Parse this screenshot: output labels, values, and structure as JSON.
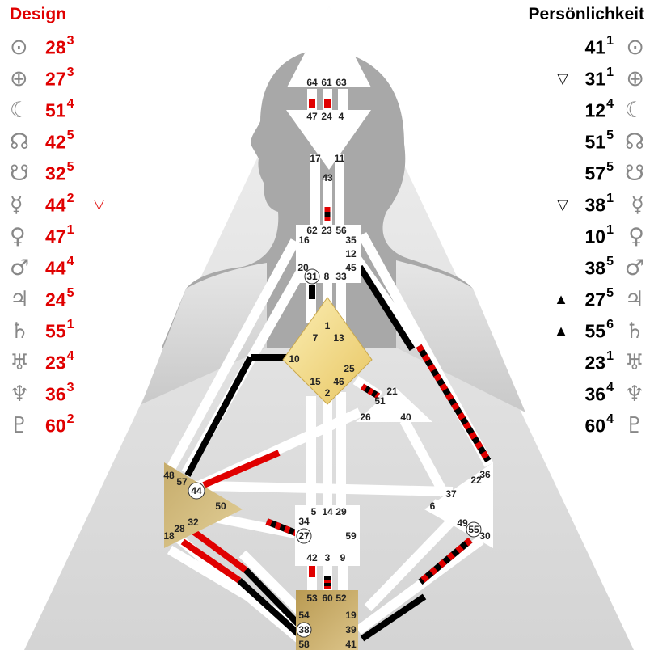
{
  "headers": {
    "design": "Design",
    "personality": "Persönlichkeit"
  },
  "planets": [
    {
      "icon": "sun-icon",
      "glyph": "⊙",
      "design": {
        "gate": "28",
        "line": "3",
        "mark": ""
      },
      "personality": {
        "gate": "41",
        "line": "1",
        "mark": ""
      }
    },
    {
      "icon": "earth-icon",
      "glyph": "⊕",
      "design": {
        "gate": "27",
        "line": "3",
        "mark": ""
      },
      "personality": {
        "gate": "31",
        "line": "1",
        "mark": "▽"
      }
    },
    {
      "icon": "moon-icon",
      "glyph": "☾",
      "design": {
        "gate": "51",
        "line": "4",
        "mark": ""
      },
      "personality": {
        "gate": "12",
        "line": "4",
        "mark": ""
      }
    },
    {
      "icon": "north-node-icon",
      "glyph": "☊",
      "design": {
        "gate": "42",
        "line": "5",
        "mark": ""
      },
      "personality": {
        "gate": "51",
        "line": "5",
        "mark": ""
      }
    },
    {
      "icon": "south-node-icon",
      "glyph": "☋",
      "design": {
        "gate": "32",
        "line": "5",
        "mark": ""
      },
      "personality": {
        "gate": "57",
        "line": "5",
        "mark": ""
      }
    },
    {
      "icon": "mercury-icon",
      "glyph": "☿",
      "design": {
        "gate": "44",
        "line": "2",
        "mark": "▽"
      },
      "personality": {
        "gate": "38",
        "line": "1",
        "mark": "▽"
      }
    },
    {
      "icon": "venus-icon",
      "glyph": "♀",
      "design": {
        "gate": "47",
        "line": "1",
        "mark": ""
      },
      "personality": {
        "gate": "10",
        "line": "1",
        "mark": ""
      }
    },
    {
      "icon": "mars-icon",
      "glyph": "♂",
      "design": {
        "gate": "44",
        "line": "4",
        "mark": ""
      },
      "personality": {
        "gate": "38",
        "line": "5",
        "mark": ""
      }
    },
    {
      "icon": "jupiter-icon",
      "glyph": "♃",
      "design": {
        "gate": "24",
        "line": "5",
        "mark": ""
      },
      "personality": {
        "gate": "27",
        "line": "5",
        "mark": "▲"
      }
    },
    {
      "icon": "saturn-icon",
      "glyph": "♄",
      "design": {
        "gate": "55",
        "line": "1",
        "mark": ""
      },
      "personality": {
        "gate": "55",
        "line": "6",
        "mark": "▲"
      }
    },
    {
      "icon": "uranus-icon",
      "glyph": "♅",
      "design": {
        "gate": "23",
        "line": "4",
        "mark": ""
      },
      "personality": {
        "gate": "23",
        "line": "1",
        "mark": ""
      }
    },
    {
      "icon": "neptune-icon",
      "glyph": "♆",
      "design": {
        "gate": "36",
        "line": "3",
        "mark": ""
      },
      "personality": {
        "gate": "36",
        "line": "4",
        "mark": ""
      }
    },
    {
      "icon": "pluto-icon",
      "glyph": "♇",
      "design": {
        "gate": "60",
        "line": "2",
        "mark": ""
      },
      "personality": {
        "gate": "60",
        "line": "4",
        "mark": ""
      }
    }
  ],
  "colors": {
    "design": "#e00000",
    "personality": "#000000",
    "defined_center": "#f5dd8a",
    "root_center": "#b89a50",
    "spleen_center": "#c7ad6a"
  },
  "gates": [
    "64",
    "61",
    "63",
    "47",
    "24",
    "4",
    "17",
    "11",
    "43",
    "62",
    "23",
    "56",
    "16",
    "35",
    "12",
    "45",
    "20",
    "31",
    "8",
    "33",
    "1",
    "7",
    "13",
    "10",
    "25",
    "15",
    "46",
    "2",
    "21",
    "51",
    "26",
    "40",
    "48",
    "57",
    "44",
    "50",
    "32",
    "28",
    "18",
    "34",
    "27",
    "5",
    "14",
    "29",
    "59",
    "42",
    "3",
    "9",
    "53",
    "60",
    "52",
    "54",
    "19",
    "38",
    "39",
    "58",
    "41",
    "37",
    "22",
    "36",
    "6",
    "49",
    "55",
    "30"
  ]
}
